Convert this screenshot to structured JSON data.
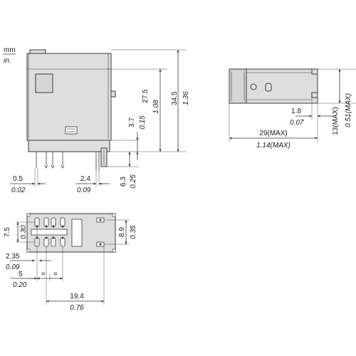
{
  "units": {
    "metric": "mm",
    "imperial": "in."
  },
  "front_view": {
    "h_27_5_mm": "27.5",
    "h_27_5_in": "1.08",
    "h_34_5_mm": "34.5",
    "h_34_5_in": "1.36",
    "h_3_7_mm": "3.7",
    "h_3_7_in": "0.15",
    "pin_0_5_mm": "0.5",
    "pin_0_5_in": "0.02",
    "pitch_2_4_mm": "2.4",
    "pitch_2_4_in": "0.09",
    "pin_6_3_mm": "6.3",
    "pin_6_3_in": "0.25"
  },
  "side_view": {
    "length_mm": "29(MAX)",
    "length_in": "1.14(MAX)",
    "width_mm": "13(MAX)",
    "width_in": "0.51(MAX)",
    "offset_mm": "1.8",
    "offset_in": "0.07"
  },
  "bottom_view": {
    "row_7_5_mm": "7.5",
    "row_7_5_in": "0.30",
    "row_8_9_mm": "8.9",
    "row_8_9_in": "0.35",
    "x_2_35_mm": "2.35",
    "x_2_35_in": "0.09",
    "x_5_mm": "5",
    "x_5_in": "0.20",
    "eq_sign": "=",
    "x_19_4_mm": "19.4",
    "x_19_4_in": "0.76"
  }
}
